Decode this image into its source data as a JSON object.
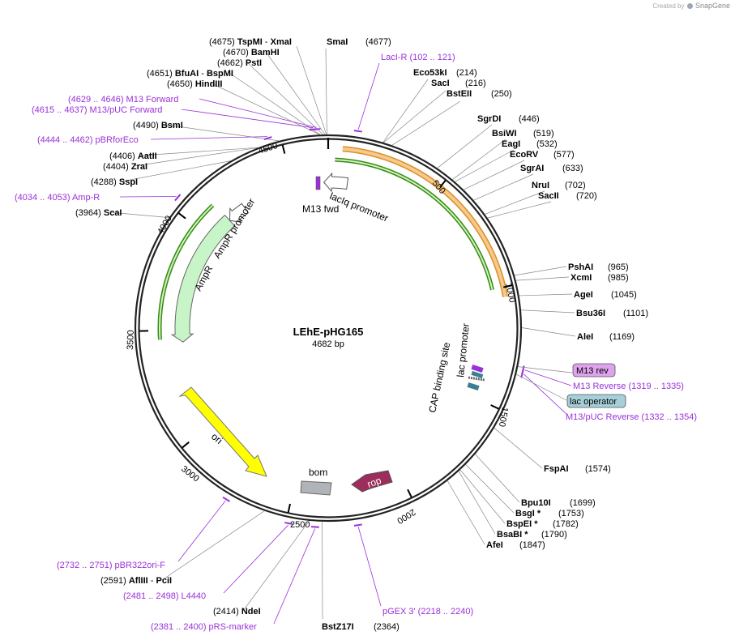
{
  "credit": {
    "prefix": "Created by",
    "brand": "SnapGene",
    "icon": "snapgene-logo-icon"
  },
  "plasmid": {
    "name": "LEhE-pHG165",
    "size_label": "4682 bp",
    "total_bp": 4682
  },
  "ticks": [
    {
      "bp": 500,
      "label": "500"
    },
    {
      "bp": 1000,
      "label": "1000"
    },
    {
      "bp": 1500,
      "label": "1500"
    },
    {
      "bp": 2000,
      "label": "2000"
    },
    {
      "bp": 2500,
      "label": "2500"
    },
    {
      "bp": 3000,
      "label": "3000"
    },
    {
      "bp": 3500,
      "label": "3500"
    },
    {
      "bp": 4000,
      "label": "4000"
    },
    {
      "bp": 4500,
      "label": "4500"
    }
  ],
  "enzyme_sites": [
    {
      "bp": 4675,
      "name": "TspMI",
      "name2": "XmaI",
      "position": "(4675)"
    },
    {
      "bp": 4677,
      "name": "SmaI",
      "position": "(4677)"
    },
    {
      "bp": 4670,
      "name": "BamHI",
      "position": "(4670)"
    },
    {
      "bp": 4662,
      "name": "PstI",
      "position": "(4662)"
    },
    {
      "bp": 4651,
      "name": "BfuAI",
      "name2": "BspMI",
      "position": "(4651)"
    },
    {
      "bp": 4650,
      "name": "HindIII",
      "position": "(4650)"
    },
    {
      "bp": 4490,
      "name": "BsmI",
      "position": "(4490)"
    },
    {
      "bp": 4406,
      "name": "AatII",
      "position": "(4406)"
    },
    {
      "bp": 4404,
      "name": "ZraI",
      "position": "(4404)"
    },
    {
      "bp": 4288,
      "name": "SspI",
      "position": "(4288)"
    },
    {
      "bp": 3964,
      "name": "ScaI",
      "position": "(3964)"
    },
    {
      "bp": 214,
      "name": "Eco53kI",
      "position": "(214)"
    },
    {
      "bp": 216,
      "name": "SacI",
      "position": "(216)"
    },
    {
      "bp": 250,
      "name": "BstEII",
      "position": "(250)"
    },
    {
      "bp": 446,
      "name": "SgrDI",
      "position": "(446)"
    },
    {
      "bp": 519,
      "name": "BsiWI",
      "position": "(519)"
    },
    {
      "bp": 532,
      "name": "EagI",
      "position": "(532)"
    },
    {
      "bp": 577,
      "name": "EcoRV",
      "position": "(577)"
    },
    {
      "bp": 633,
      "name": "SgrAI",
      "position": "(633)"
    },
    {
      "bp": 702,
      "name": "NruI",
      "position": "(702)"
    },
    {
      "bp": 720,
      "name": "SacII",
      "position": "(720)"
    },
    {
      "bp": 965,
      "name": "PshAI",
      "position": "(965)"
    },
    {
      "bp": 985,
      "name": "XcmI",
      "position": "(985)"
    },
    {
      "bp": 1045,
      "name": "AgeI",
      "position": "(1045)"
    },
    {
      "bp": 1101,
      "name": "Bsu36I",
      "position": "(1101)"
    },
    {
      "bp": 1169,
      "name": "AleI",
      "position": "(1169)"
    },
    {
      "bp": 1574,
      "name": "FspAI",
      "position": "(1574)"
    },
    {
      "bp": 1699,
      "name": "Bpu10I",
      "position": "(1699)"
    },
    {
      "bp": 1753,
      "name": "BsgI *",
      "position": "(1753)"
    },
    {
      "bp": 1782,
      "name": "BspEI *",
      "position": "(1782)"
    },
    {
      "bp": 1790,
      "name": "BsaBI *",
      "position": "(1790)"
    },
    {
      "bp": 1847,
      "name": "AfeI",
      "position": "(1847)"
    },
    {
      "bp": 2364,
      "name": "BstZ17I",
      "position": "(2364)"
    },
    {
      "bp": 2414,
      "name": "NdeI",
      "position": "(2414)"
    },
    {
      "bp": 2591,
      "name": "AflIII",
      "name2": "PciI",
      "position": "(2591)"
    }
  ],
  "primer_sites": [
    {
      "bp": 112,
      "name": "LacI-R",
      "range": "(102 .. 121)"
    },
    {
      "bp": 4638,
      "name": "M13 Forward",
      "range": "(4629 .. 4646)"
    },
    {
      "bp": 4626,
      "name": "M13/pUC Forward",
      "range": "(4615 .. 4637)"
    },
    {
      "bp": 4453,
      "name": "pBRforEco",
      "range": "(4444 .. 4462)"
    },
    {
      "bp": 4044,
      "name": "Amp-R",
      "range": "(4034 .. 4053)"
    },
    {
      "bp": 1327,
      "name": "M13 Reverse",
      "range": "(1319 .. 1335)"
    },
    {
      "bp": 1343,
      "name": "M13/pUC Reverse",
      "range": "(1332 .. 1354)"
    },
    {
      "bp": 2229,
      "name": "pGEX 3'",
      "range": "(2218 .. 2240)"
    },
    {
      "bp": 2390,
      "name": "pRS-marker",
      "range": "(2381 .. 2400)"
    },
    {
      "bp": 2490,
      "name": "L4440",
      "range": "(2481 .. 2498)"
    },
    {
      "bp": 2741,
      "name": "pBR322ori-F",
      "range": "(2732 .. 2751)"
    }
  ],
  "boxed_features": [
    {
      "bp": 1320,
      "name": "M13 rev",
      "fill": "#dfa3ee"
    },
    {
      "bp": 1350,
      "name": "lac operator",
      "fill": "#a6cfd9"
    }
  ],
  "inner_labels": {
    "lacIq_promoter": "lacIq promoter",
    "m13_fwd": "M13 fwd",
    "ampr_promoter": "AmpR promoter",
    "ampr": "AmpR",
    "ori": "ori",
    "bom": "bom",
    "rop": "rop",
    "cap_binding_site": "CAP binding site",
    "lac_promoter": "lac promoter"
  },
  "colors": {
    "backbone": "#222222",
    "primer": "#9b30d9",
    "lacI_arrow": "#f7c98b",
    "lacI_outline": "#d7902a",
    "green_arrow": "#c8f5c8",
    "green_outline": "#3a8a0a",
    "ori": "#ffff00",
    "rop": "#9c2d5c",
    "bom": "#b0b4b8",
    "cap_teal": "#3a7f93"
  }
}
